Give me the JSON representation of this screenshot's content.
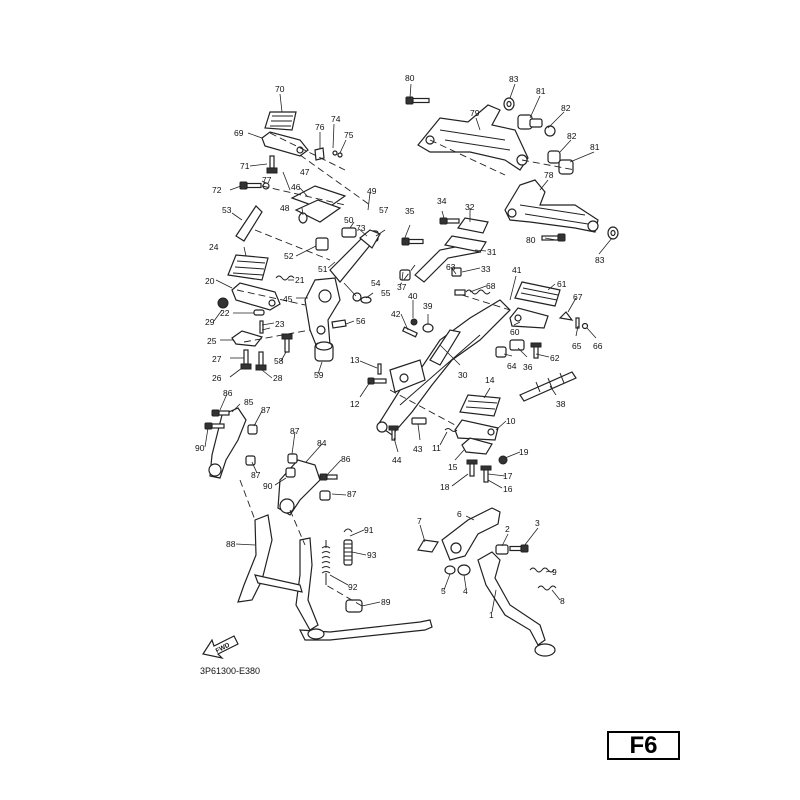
{
  "diagram_code": "3P61300-E380",
  "page_label": "F6",
  "direction_label": "FWD",
  "callouts": [
    "1",
    "2",
    "3",
    "4",
    "5",
    "6",
    "7",
    "8",
    "9",
    "10",
    "11",
    "12",
    "13",
    "14",
    "15",
    "16",
    "17",
    "18",
    "19",
    "20",
    "21",
    "22",
    "23",
    "24",
    "25",
    "26",
    "27",
    "28",
    "29",
    "30",
    "31",
    "32",
    "33",
    "34",
    "35",
    "36",
    "37",
    "38",
    "39",
    "40",
    "41",
    "42",
    "43",
    "44",
    "45",
    "46",
    "47",
    "48",
    "49",
    "50",
    "51",
    "52",
    "53",
    "54",
    "55",
    "56",
    "57",
    "58",
    "59",
    "60",
    "61",
    "62",
    "63",
    "64",
    "65",
    "66",
    "67",
    "68",
    "69",
    "70",
    "71",
    "72",
    "73",
    "74",
    "75",
    "76",
    "77",
    "78",
    "79",
    "80",
    "80",
    "81",
    "81",
    "82",
    "82",
    "83",
    "83",
    "84",
    "85",
    "86",
    "86",
    "87",
    "87",
    "87",
    "87",
    "88",
    "89",
    "90",
    "90",
    "91",
    "92",
    "93"
  ]
}
